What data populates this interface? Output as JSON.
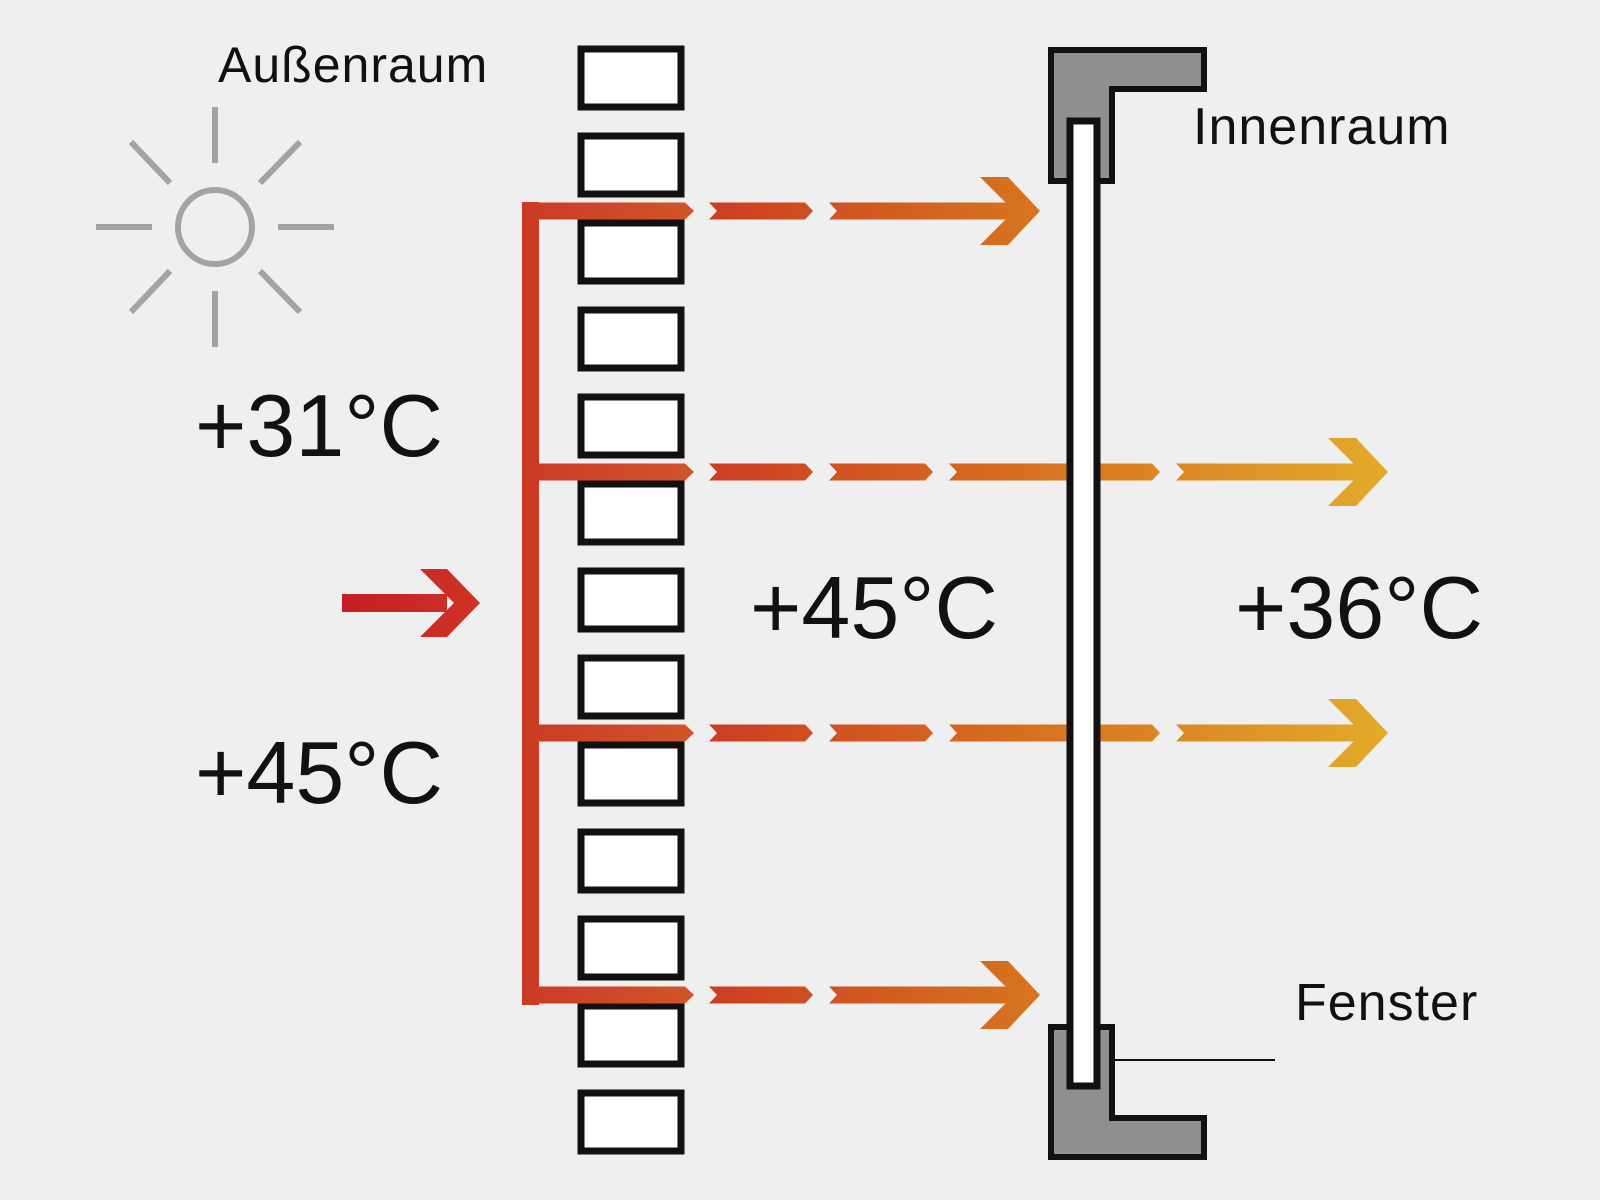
{
  "labels": {
    "outside": "Außenraum",
    "inside": "Innenraum",
    "window": "Fenster"
  },
  "temperatures": {
    "outside_air": "+31°C",
    "outside_surface": "+45°C",
    "gap": "+45°C",
    "inside": "+36°C"
  },
  "colors": {
    "background": "#efefef",
    "sun": "#a3a3a3",
    "heat_red": "#c41e24",
    "heat_orange": "#d8721f",
    "heat_yellow": "#e2a82a",
    "frame_gray": "#8f8f8f",
    "outline": "#111111"
  },
  "icons": [
    "sun-icon",
    "heat-arrow-icon"
  ]
}
